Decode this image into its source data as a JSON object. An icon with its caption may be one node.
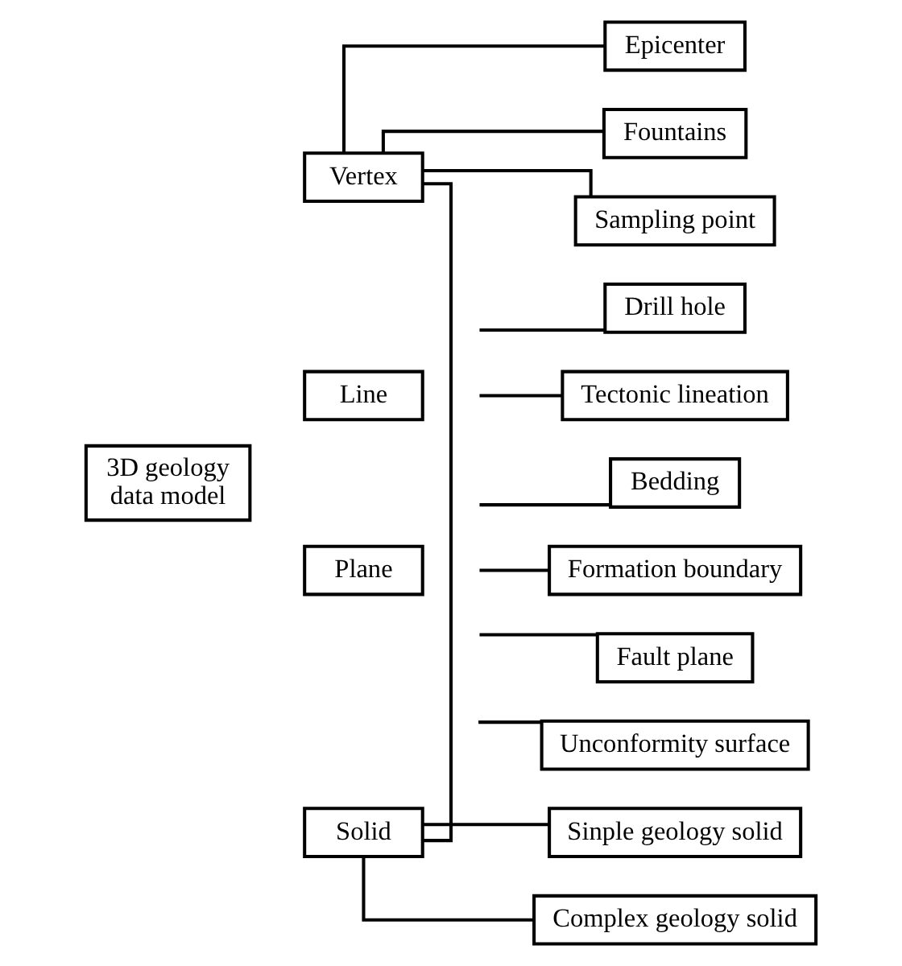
{
  "diagram": {
    "nodes": [
      {
        "text": [
          "3D geology data model"
        ]
      },
      {
        "text": [
          "Vertex"
        ]
      },
      {
        "text": [
          "Epicenter"
        ]
      },
      {
        "text": [
          "Fountains"
        ]
      },
      {
        "text": [
          "Sampling point"
        ]
      },
      {
        "text": [
          "Line"
        ]
      },
      {
        "text": [
          "Drill hole"
        ]
      },
      {
        "text": [
          "Tectonic lineation"
        ]
      },
      {
        "text": [
          "Plane"
        ]
      },
      {
        "text": [
          "Bedding"
        ]
      },
      {
        "text": [
          "Formation boundary"
        ]
      },
      {
        "text": [
          "Fault plane"
        ]
      },
      {
        "text": [
          "Unconformity surface"
        ]
      },
      {
        "text": [
          "Solid"
        ]
      },
      {
        "text": [
          "Sinple geology solid"
        ]
      },
      {
        "text": [
          "Complex geology solid"
        ]
      }
    ],
    "edges": [
      {
        "from": 1,
        "to": 13,
        "arrow": "none"
      },
      {
        "from": 1,
        "to": 2,
        "arrow": "none"
      },
      {
        "from": 1,
        "to": 3,
        "arrow": "none"
      },
      {
        "from": 1,
        "to": 4,
        "arrow": "none"
      },
      {
        "from": null,
        "to": 6,
        "arrow": "none"
      },
      {
        "from": null,
        "to": 7,
        "arrow": "none"
      },
      {
        "from": null,
        "to": 9,
        "arrow": "none"
      },
      {
        "from": null,
        "to": 10,
        "arrow": "none"
      },
      {
        "from": null,
        "to": 11,
        "arrow": "none"
      },
      {
        "from": null,
        "to": 12,
        "arrow": "none"
      },
      {
        "from": 13,
        "to": 14,
        "arrow": "none"
      },
      {
        "from": 13,
        "to": 15,
        "arrow": "none"
      }
    ]
  }
}
